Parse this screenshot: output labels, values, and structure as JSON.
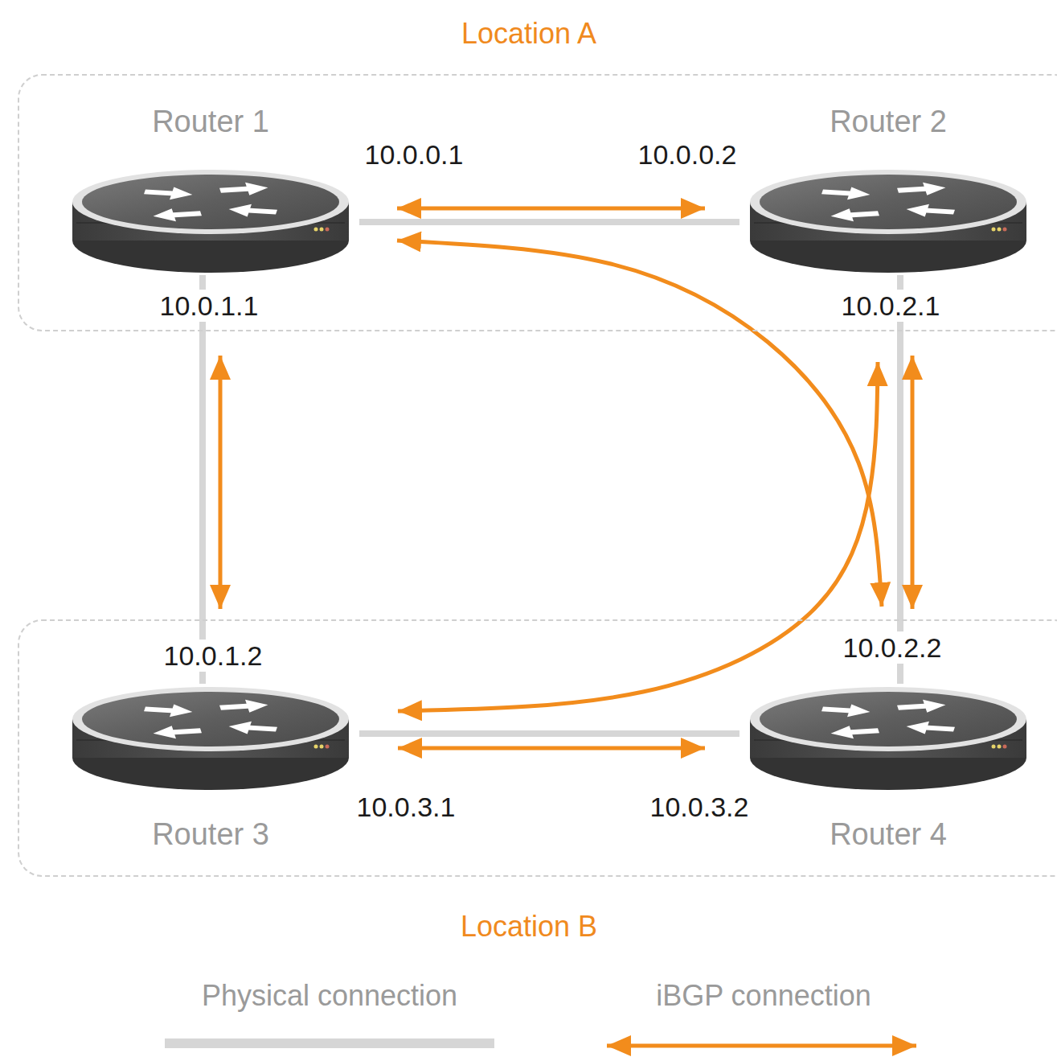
{
  "diagram": {
    "nodes": [
      {
        "text": [
          "Location A"
        ]
      },
      {
        "text": [
          "Router 1"
        ],
        "in": 0
      },
      {
        "text": [
          "Router 2"
        ],
        "in": 0
      },
      {
        "text": [
          "Location B"
        ]
      },
      {
        "text": [
          "Router 3"
        ],
        "in": 3
      },
      {
        "text": [
          "Router 4"
        ],
        "in": 3
      }
    ],
    "edges": [
      {
        "from": 1,
        "to": 2,
        "arrow": "none"
      },
      {
        "from": 1,
        "to": 4,
        "arrow": "none"
      },
      {
        "from": 2,
        "to": 5,
        "arrow": "none"
      },
      {
        "from": 4,
        "to": 5,
        "arrow": "none"
      },
      {
        "from": 1,
        "to": 2,
        "arrow": "both"
      },
      {
        "from": 1,
        "to": 4,
        "arrow": "both"
      },
      {
        "from": 1,
        "to": 5,
        "arrow": "both"
      },
      {
        "from": 2,
        "to": 5,
        "arrow": "both"
      },
      {
        "from": 2,
        "to": 4,
        "arrow": "both"
      },
      {
        "from": 4,
        "to": 5,
        "arrow": "both"
      }
    ],
    "labels": [
      "10.0.0.1",
      "10.0.0.2",
      "10.0.1.1",
      "10.0.2.1",
      "10.0.1.2",
      "10.0.2.2",
      "10.0.3.1",
      "10.0.3.2"
    ],
    "legend": [
      {
        "text": "Physical connection"
      },
      {
        "text": "iBGP connection"
      }
    ]
  }
}
